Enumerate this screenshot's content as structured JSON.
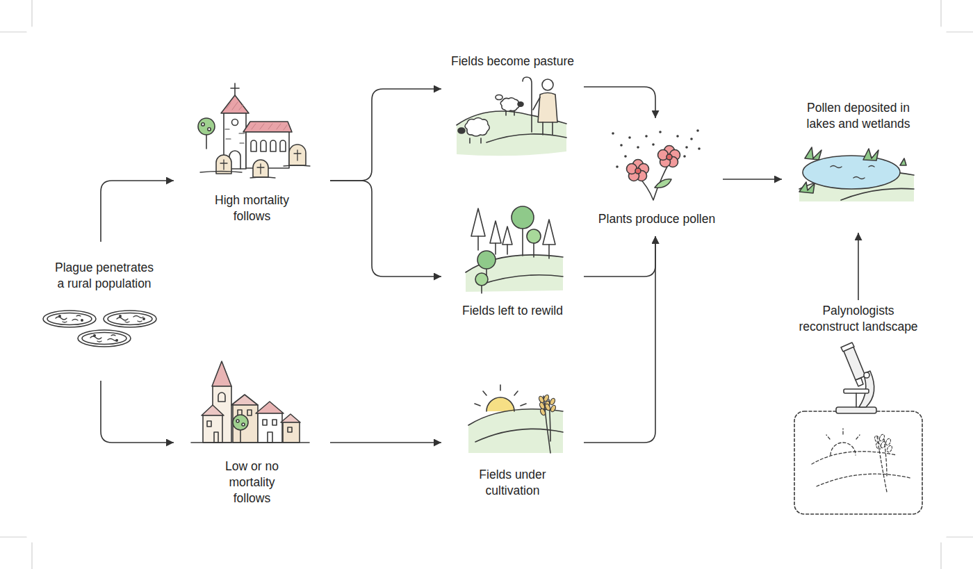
{
  "diagram": {
    "nodes": [
      {
        "text": [
          "Plague penetrates a rural population"
        ]
      },
      {
        "text": [
          "High mortality follows"
        ]
      },
      {
        "text": [
          "Low or no mortality follows"
        ]
      },
      {
        "text": [
          "Fields become pasture"
        ]
      },
      {
        "text": [
          "Fields left to rewild"
        ]
      },
      {
        "text": [
          "Fields under cultivation"
        ]
      },
      {
        "text": [
          "Plants produce pollen"
        ]
      },
      {
        "text": [
          "Pollen deposited in lakes and wetlands"
        ]
      },
      {
        "text": [
          "Palynologists reconstruct landscape"
        ]
      }
    ],
    "edges": [
      {
        "from": 0,
        "to": 1,
        "arrow": "to"
      },
      {
        "from": 0,
        "to": 2,
        "arrow": "to"
      },
      {
        "from": 1,
        "to": 3,
        "arrow": "to"
      },
      {
        "from": 1,
        "to": 4,
        "arrow": "to"
      },
      {
        "from": 2,
        "to": 5,
        "arrow": "to"
      },
      {
        "from": 3,
        "to": 6,
        "arrow": "to"
      },
      {
        "from": 4,
        "to": 6,
        "arrow": "to"
      },
      {
        "from": 5,
        "to": 6,
        "arrow": "to"
      },
      {
        "from": 6,
        "to": 7,
        "arrow": "to"
      },
      {
        "from": 8,
        "to": 7,
        "arrow": "to"
      }
    ]
  }
}
